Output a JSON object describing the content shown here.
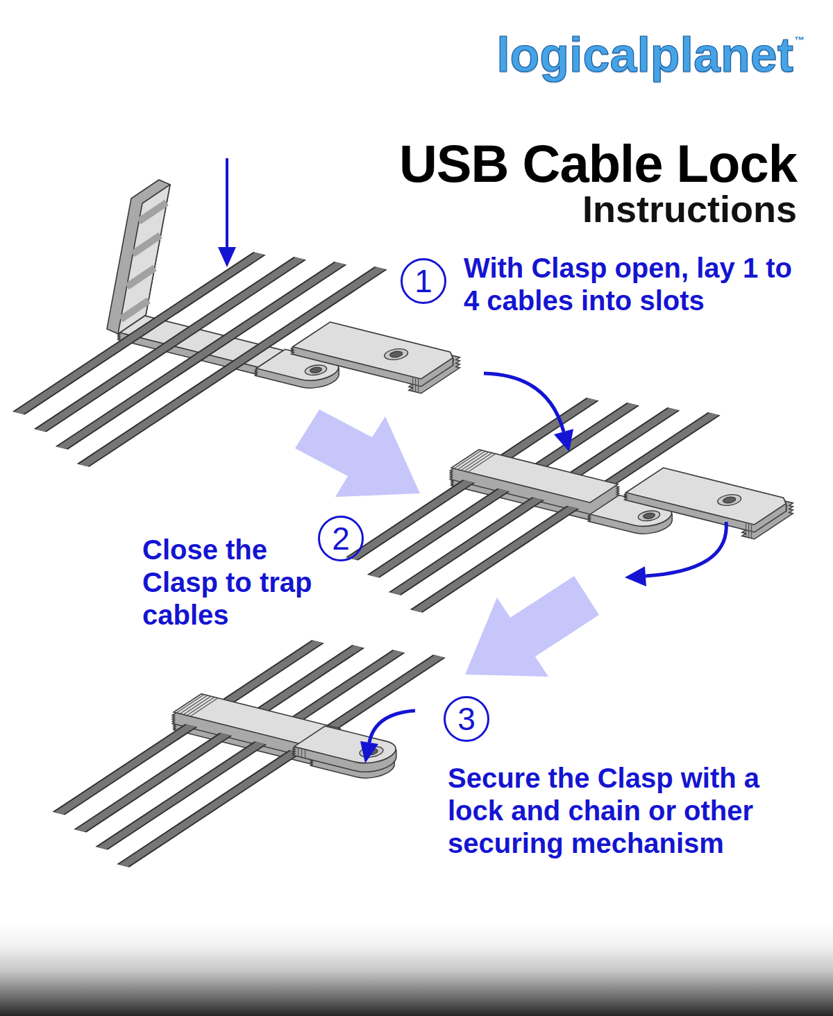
{
  "diagram": {
    "title": "USB Cable Lock",
    "nodes": [
      {
        "text": [
          "1"
        ]
      },
      {
        "text": [
          "2"
        ]
      },
      {
        "text": [
          "3"
        ]
      }
    ],
    "labels": [
      "logicalplanet",
      "™",
      "Instructions",
      "With Clasp open, lay 1 to 4 cables into slots",
      "Close the Clasp to trap cables",
      "Secure the Clasp with a lock and chain or other securing mechanism"
    ]
  }
}
